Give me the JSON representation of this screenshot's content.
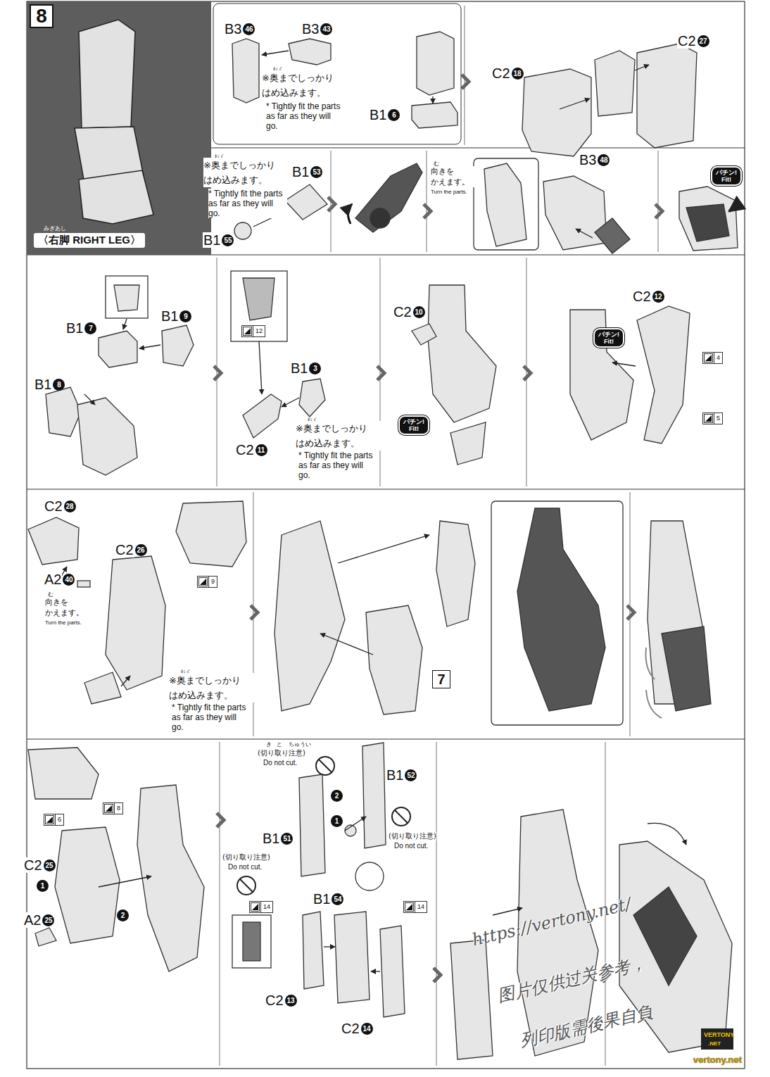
{
  "diagram": {
    "title": "〈右脚 RIGHT LEG〉",
    "nodes": [
      {
        "text": [
          "8"
        ]
      },
      {
        "text": [
          "パチン!",
          "Fit!"
        ]
      },
      {
        "text": [
          "12"
        ]
      },
      {
        "text": [
          "パチン!",
          "Fit!"
        ]
      },
      {
        "text": [
          "パチン!",
          "Fit!"
        ]
      },
      {
        "text": [
          "4"
        ]
      },
      {
        "text": [
          "5"
        ]
      },
      {
        "text": [
          "9"
        ]
      },
      {
        "text": [
          "7"
        ]
      },
      {
        "text": [
          "8"
        ]
      },
      {
        "text": [
          "6"
        ]
      },
      {
        "text": [
          "14"
        ]
      },
      {
        "text": [
          "14"
        ]
      }
    ],
    "labels": [
      "みぎあし",
      "B3",
      "46",
      "B3",
      "43",
      "おく",
      "こ",
      "※奥までしっかり はめ込みます。",
      "* Tightly fit the parts as far as they will go.",
      "B1",
      "6",
      "C2",
      "18",
      "C2",
      "27",
      "おく",
      "こ",
      "※奥までしっかり はめ込みます。",
      "* Tightly fit the parts as far as they will go.",
      "B1",
      "53",
      "B1",
      "55",
      "む",
      "向きを かえます。",
      "Turn the parts.",
      "B3",
      "48",
      "B1",
      "7",
      "B1",
      "9",
      "B1",
      "8",
      "B1",
      "3",
      "C2",
      "11",
      "おく",
      "こ",
      "※奥までしっかり はめ込みます。",
      "* Tightly fit the parts as far as they will go.",
      "C2",
      "10",
      "C2",
      "12",
      "C2",
      "28",
      "A2",
      "40",
      "む",
      "向きを かえます。",
      "Turn the parts.",
      "C2",
      "26",
      "おく",
      "こ",
      "※奥までしっかり はめ込みます。",
      "* Tightly fit the parts as far as they will go.",
      "C2",
      "25",
      "A2",
      "25",
      "1",
      "2",
      "き",
      "と",
      "ちゅうい",
      "(切り取り注意)",
      "Do not cut.",
      "B1",
      "52",
      "2",
      "1",
      "B1",
      "51",
      "(切り取り注意)",
      "Do not cut.",
      "(切り取り注意)",
      "Do not cut.",
      "B1",
      "54",
      "C2",
      "13",
      "C2",
      "14",
      "https://vertony.net/",
      "图片仅供过关参考，",
      "列印版需後果自負",
      "VERTONY",
      ".NET",
      "vertony.net"
    ]
  }
}
